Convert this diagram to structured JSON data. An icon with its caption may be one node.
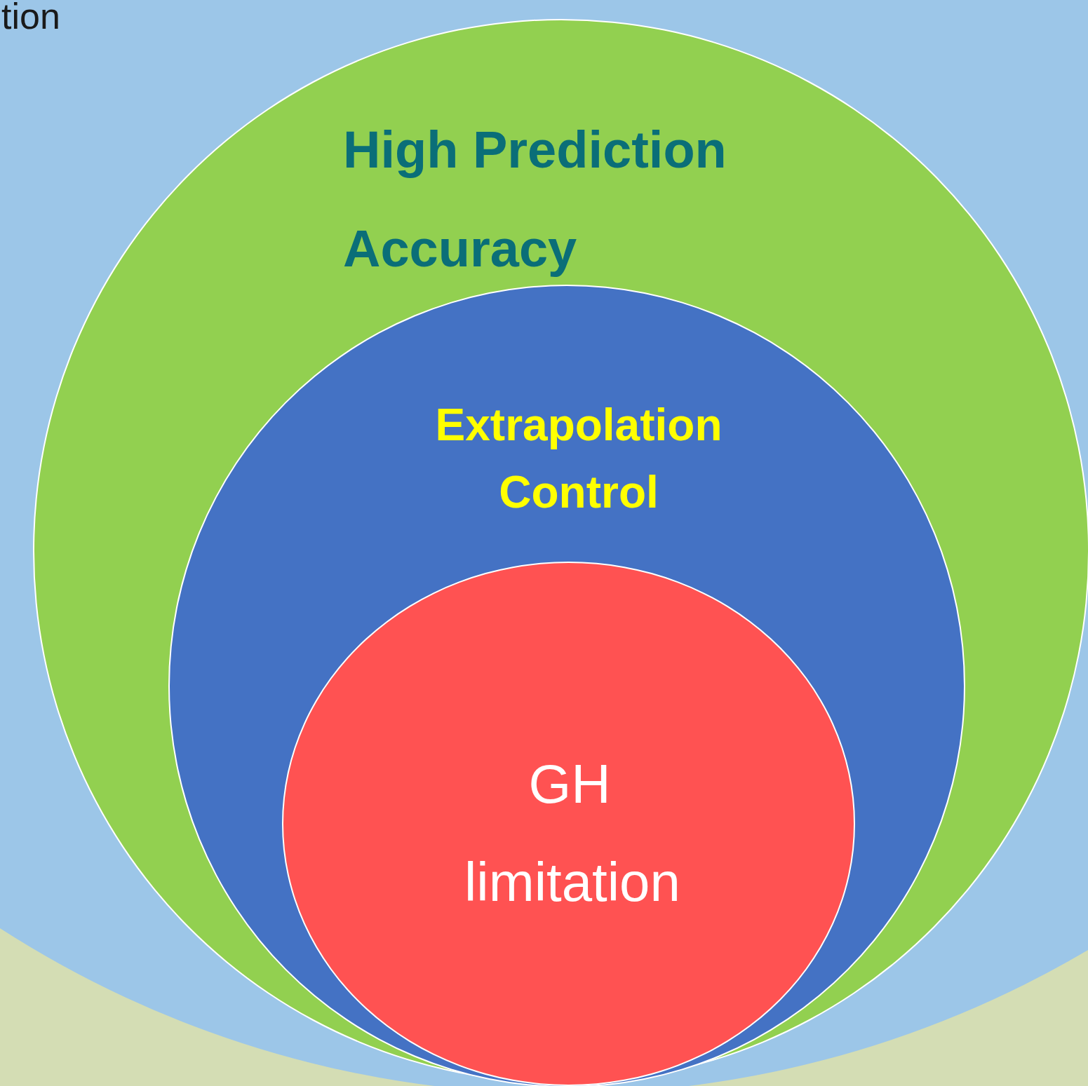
{
  "diagram": {
    "nodes": [
      {
        "text": [
          "tion"
        ]
      },
      {
        "text": [
          "High Prediction Accuracy"
        ],
        "in": 0
      },
      {
        "text": [
          "Extrapolation Control"
        ],
        "in": 1
      },
      {
        "text": [
          "GH limitation"
        ],
        "in": 2
      }
    ],
    "edges": []
  }
}
